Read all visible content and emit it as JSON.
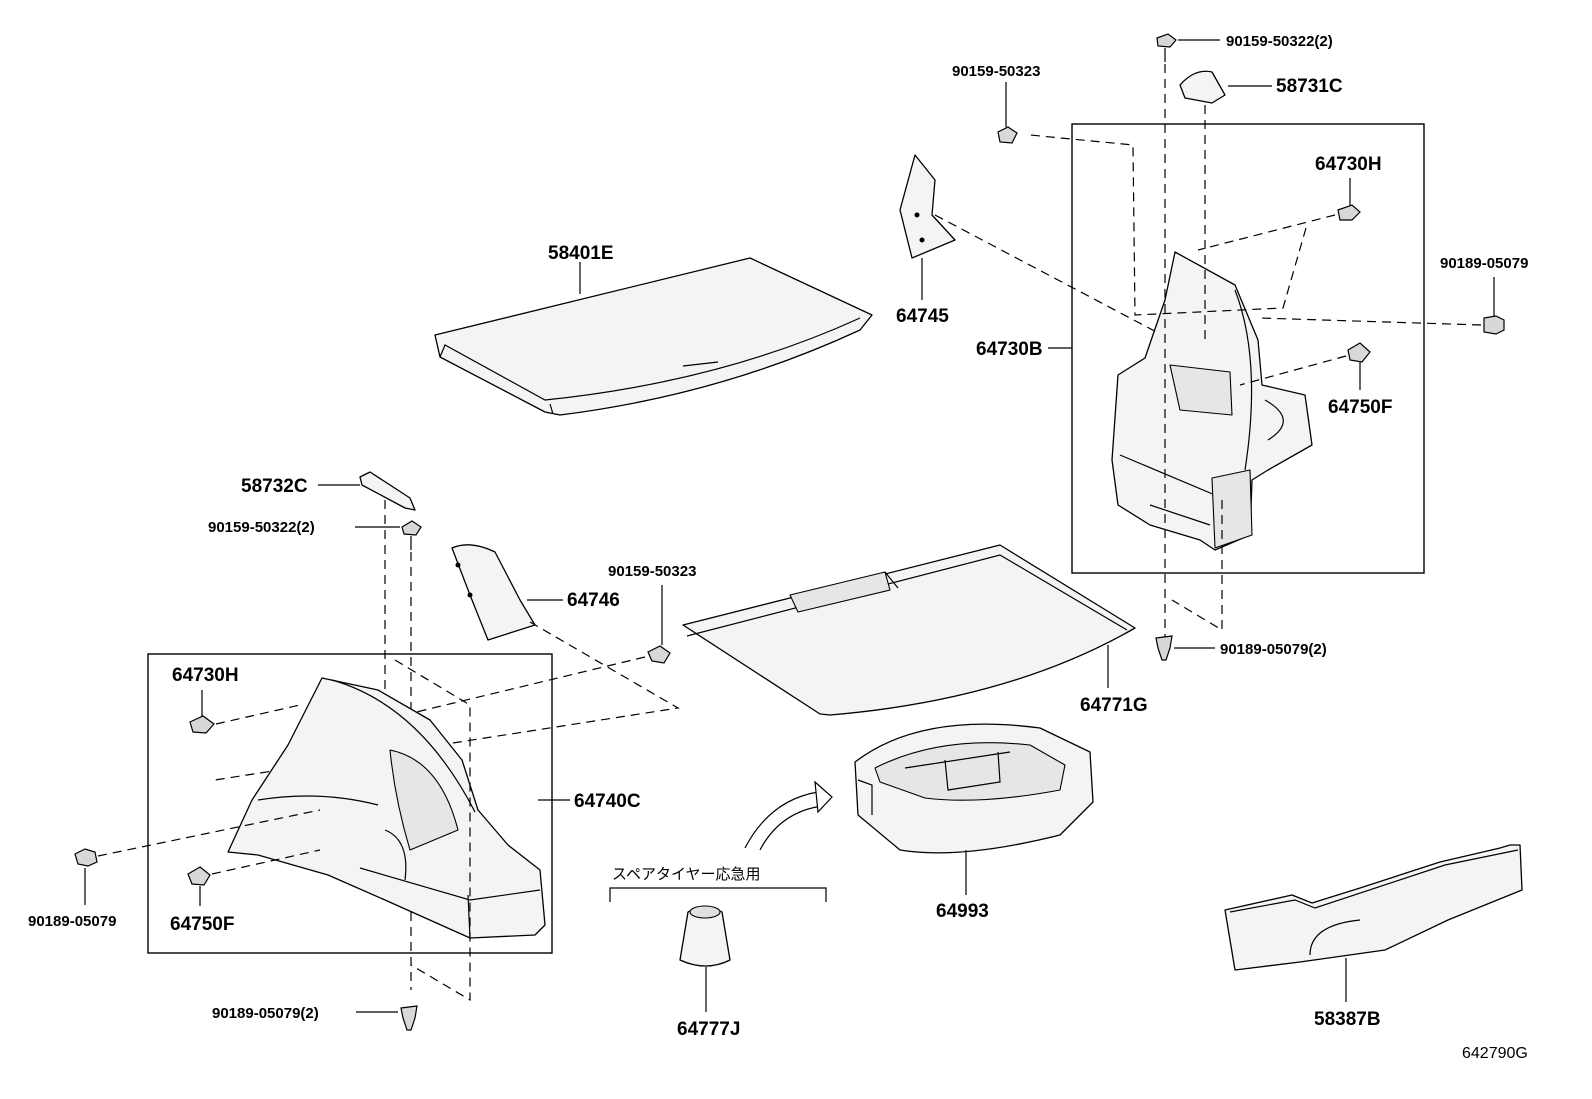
{
  "diagram": {
    "code": "642790G",
    "spare_tire_note": "スペアタイヤー応急用",
    "labels": {
      "p58401E": "58401E",
      "p64745": "64745",
      "p64730B": "64730B",
      "p64730H_right": "64730H",
      "p64750F_right": "64750F",
      "p90189_05079_right": "90189-05079",
      "p90159_50322_2_top": "90159-50322(2)",
      "p58731C": "58731C",
      "p90159_50323_top": "90159-50323",
      "p90189_05079_2_right": "90189-05079(2)",
      "p58732C": "58732C",
      "p90159_50322_2_left": "90159-50322(2)",
      "p64746": "64746",
      "p90159_50323_mid": "90159-50323",
      "p64730H_left": "64730H",
      "p64740C": "64740C",
      "p90189_05079_left": "90189-05079",
      "p64750F_left": "64750F",
      "p90189_05079_2_bottom": "90189-05079(2)",
      "p64771G": "64771G",
      "p64993": "64993",
      "p64777J": "64777J",
      "p58387B": "58387B"
    }
  }
}
